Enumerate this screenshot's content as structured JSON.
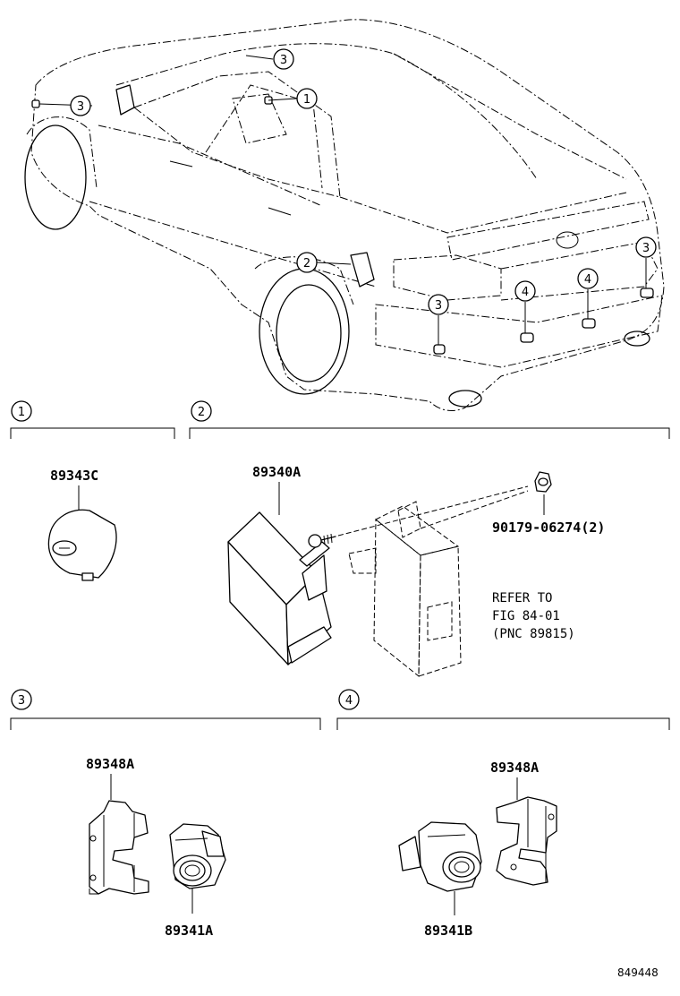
{
  "callouts": {
    "c1": "1",
    "c2": "2",
    "c3": "3",
    "c4": "4"
  },
  "section1": {
    "number": "1",
    "part": "89343C"
  },
  "section2": {
    "number": "2",
    "part": "89340A",
    "bolt": "90179-06274(2)",
    "refer_line1": "REFER TO",
    "refer_line2": "FIG 84-01",
    "refer_line3": "(PNC 89815)"
  },
  "section3": {
    "number": "3",
    "bracket": "89348A",
    "sensor": "89341A"
  },
  "section4": {
    "number": "4",
    "bracket": "89348A",
    "sensor": "89341B"
  },
  "figure_id": "849448"
}
